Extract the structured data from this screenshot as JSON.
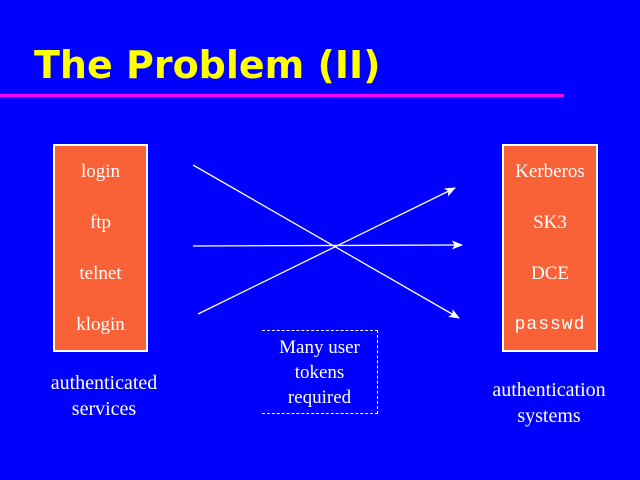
{
  "theme": {
    "background": "#0000FE",
    "title-color": "#FFFF00",
    "rule-color": "#FF00FF",
    "box-fill": "#F96137",
    "box-border": "#FFFFFF",
    "text-color": "#FFFFFF",
    "arrow-color": "#FFFFFF"
  },
  "title": {
    "text": "The Problem (II)"
  },
  "left_box": {
    "items": [
      "login",
      "ftp",
      "telnet",
      "klogin"
    ],
    "caption": "authenticated services"
  },
  "right_box": {
    "items": [
      "Kerberos",
      "SK3",
      "DCE",
      "passwd"
    ],
    "caption": "authentication systems"
  },
  "center_note": {
    "lines": [
      "Many user",
      "tokens",
      "required"
    ]
  }
}
